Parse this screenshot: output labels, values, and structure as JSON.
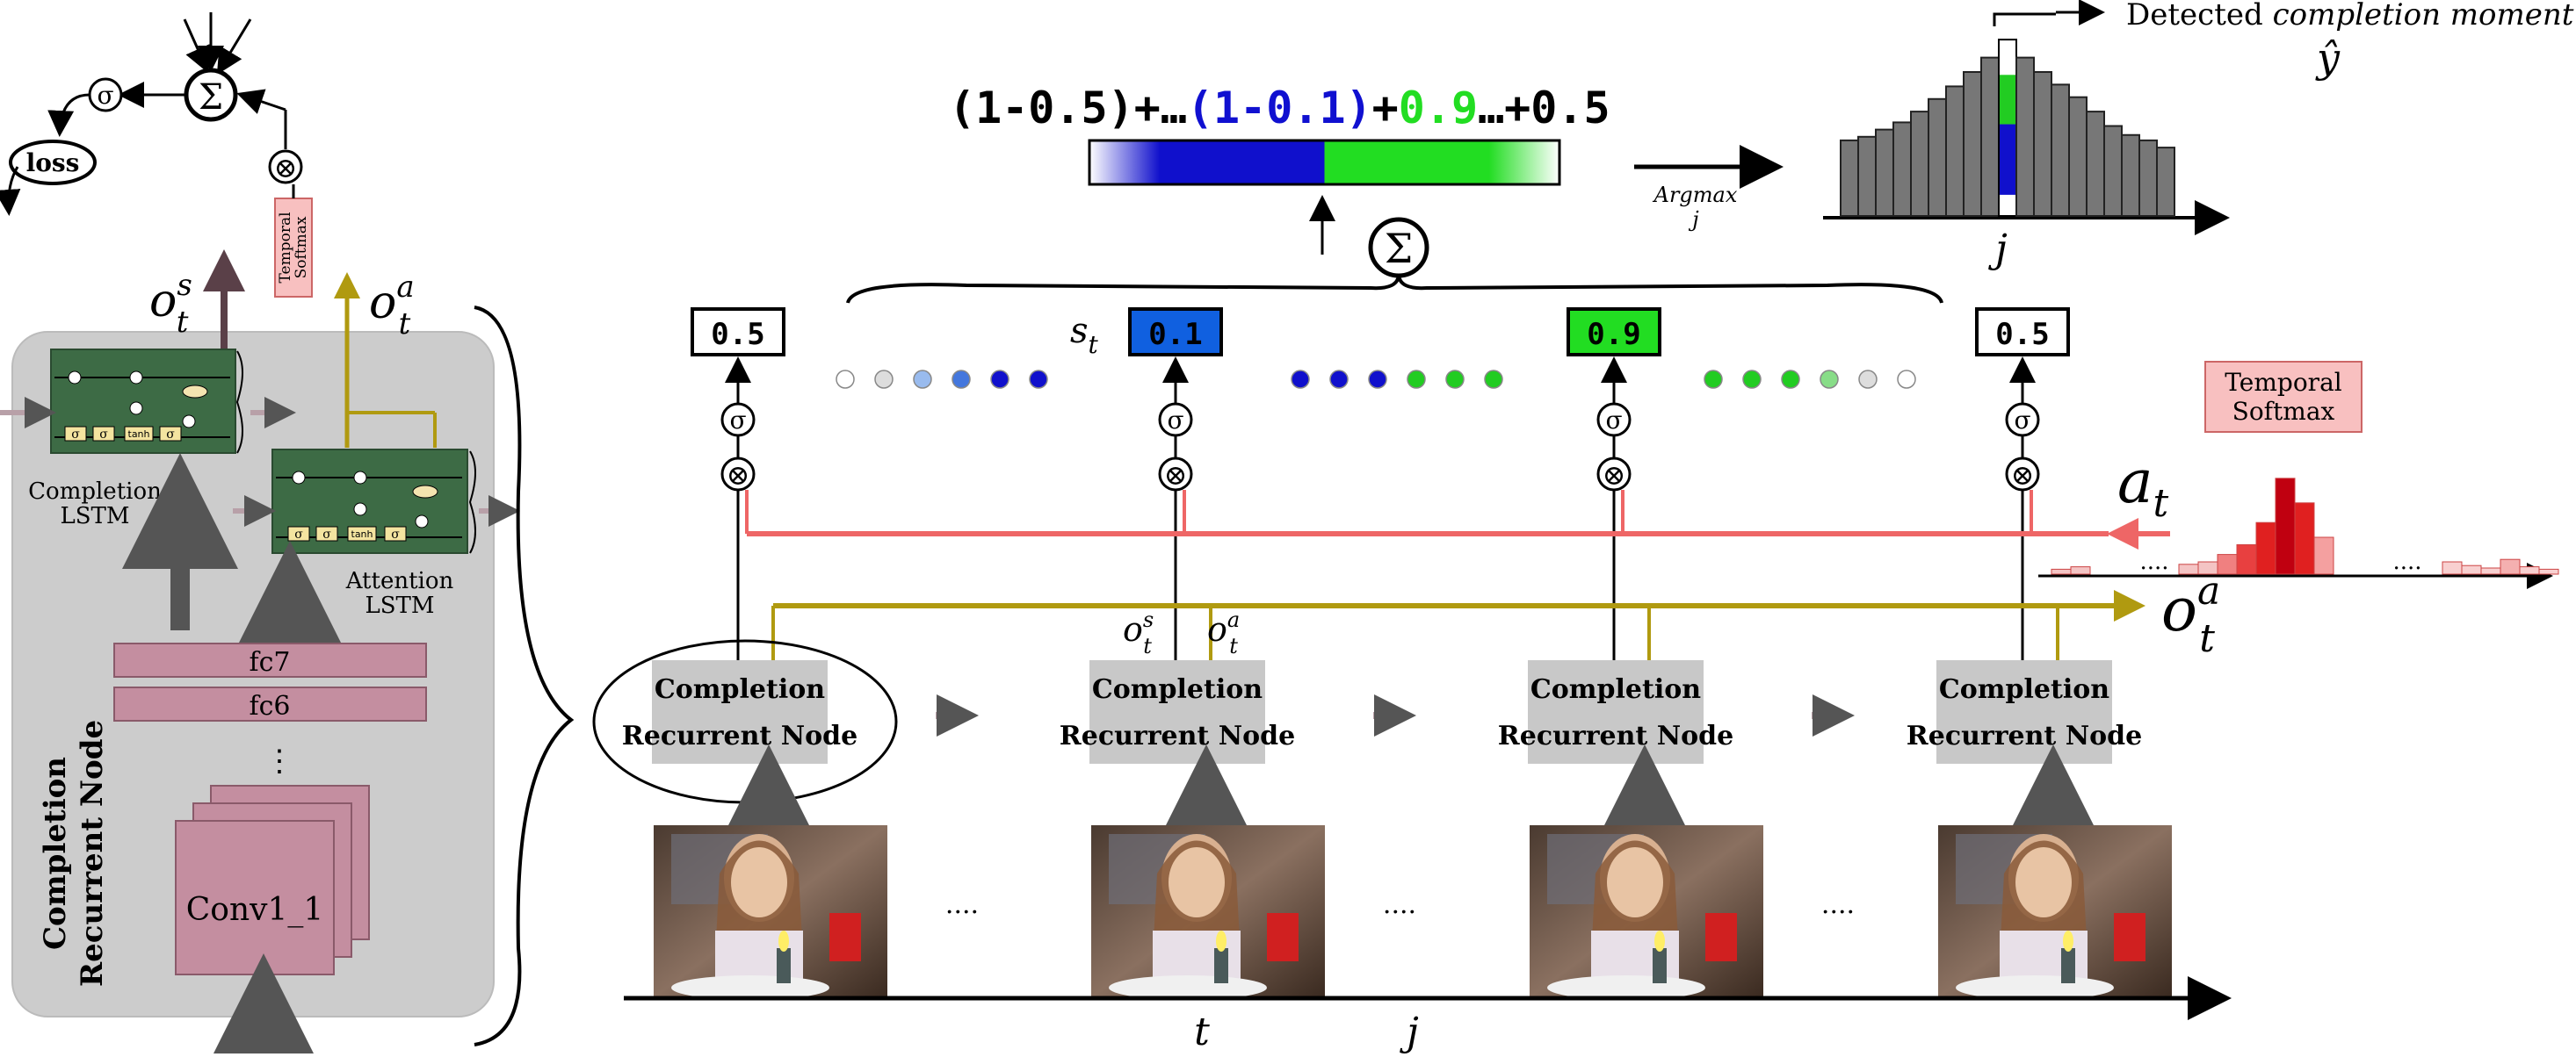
{
  "left_panel": {
    "sum_symbol": "Σ",
    "sigma_symbol": "σ",
    "times_symbol": "⊗",
    "loss_label": "loss",
    "temporal_softmax_small": [
      "Temporal",
      "Softmax"
    ],
    "ots_label": "o",
    "ots_sup": "s",
    "ota_sup": "a",
    "sub_t": "t",
    "completion_lstm_label": [
      "Completion",
      "LSTM"
    ],
    "attention_lstm_label": [
      "Attention",
      "LSTM"
    ],
    "fc7_label": "fc7",
    "fc6_label": "fc6",
    "conv_label": "Conv1_1",
    "dots_label": "⋮",
    "node_vertical_label": [
      "Completion",
      "Recurrent Node"
    ],
    "gate_sigma": "σ",
    "gate_tanh": "tanh"
  },
  "top_formula": {
    "part1": "(1-0.5)+…",
    "part2": "(1-0.1)",
    "part3": "+",
    "part4": "0.9",
    "part5": "…+0.5",
    "color_part2": "#1010d0",
    "color_part4": "#22dd22"
  },
  "score_bar": {
    "blue": "#1010cc",
    "green": "#22dd22"
  },
  "argmax": {
    "label": "Argmax",
    "sub": "j"
  },
  "histogram": {
    "detected_label_plain": "Detected ",
    "detected_label_italic": "completion moment",
    "yhat": "ŷ",
    "x_label": "j",
    "bar_color": "#777777"
  },
  "chart_data": [
    {
      "type": "bar",
      "title": "",
      "x_label": "j",
      "values": [
        0.42,
        0.44,
        0.48,
        0.52,
        0.58,
        0.65,
        0.72,
        0.8,
        0.88,
        0.98,
        0.88,
        0.8,
        0.73,
        0.66,
        0.58,
        0.5,
        0.45,
        0.42,
        0.38
      ],
      "highlight_index": 9,
      "highlight_colors": [
        "#22cc22",
        "#1010cc"
      ]
    },
    {
      "type": "bar",
      "title": "Temporal Softmax",
      "values": [
        0.04,
        0.06,
        0.08,
        0.1,
        0.16,
        0.24,
        0.42,
        0.78,
        0.58,
        0.3,
        0.1,
        0.07,
        0.05,
        0.12,
        0.06,
        0.04
      ],
      "colors": [
        "#f4c4c4",
        "#f4c4c4",
        "#f4c4c4",
        "#f4c4c4",
        "#f08080",
        "#e84040",
        "#e02020",
        "#c00010",
        "#e02020",
        "#f4a0a0",
        "#f8d0d0",
        "#f8d0d0",
        "#f8d0d0",
        "#f4b0b0",
        "#f8d0d0",
        "#f8d0d0"
      ]
    }
  ],
  "timesteps": {
    "scores": [
      "0.5",
      "0.1",
      "0.9",
      "0.5"
    ],
    "score_fill": [
      "#ffffff",
      "#1060e0",
      "#22dd22",
      "#ffffff"
    ],
    "st_label": "s",
    "st_sub": "t",
    "node_line1": "Completion",
    "node_line2": "Recurrent Node",
    "dots": "....",
    "sigma": "σ",
    "times": "⊗"
  },
  "dot_groups": [
    [
      "#ffffff",
      "#dddddd",
      "#99bbee",
      "#4477dd",
      "#1010cc",
      "#1010cc"
    ],
    [
      "#1010cc",
      "#1010cc",
      "#1010cc",
      "#22cc22",
      "#22cc22",
      "#22cc22"
    ],
    [
      "#22cc22",
      "#22cc22",
      "#22cc22",
      "#88dd88",
      "#dddddd",
      "#ffffff"
    ]
  ],
  "attention": {
    "at_label": "a",
    "at_sub": "t",
    "ota_label": "o",
    "ota_sup": "a",
    "ota_sub": "t",
    "box_label": [
      "Temporal",
      "Softmax"
    ],
    "line_color": "#ee6666",
    "olive_color": "#b09a10"
  },
  "timeline": {
    "t_label": "t",
    "j_label": "j",
    "small_ots": "o",
    "small_ota": "o"
  }
}
